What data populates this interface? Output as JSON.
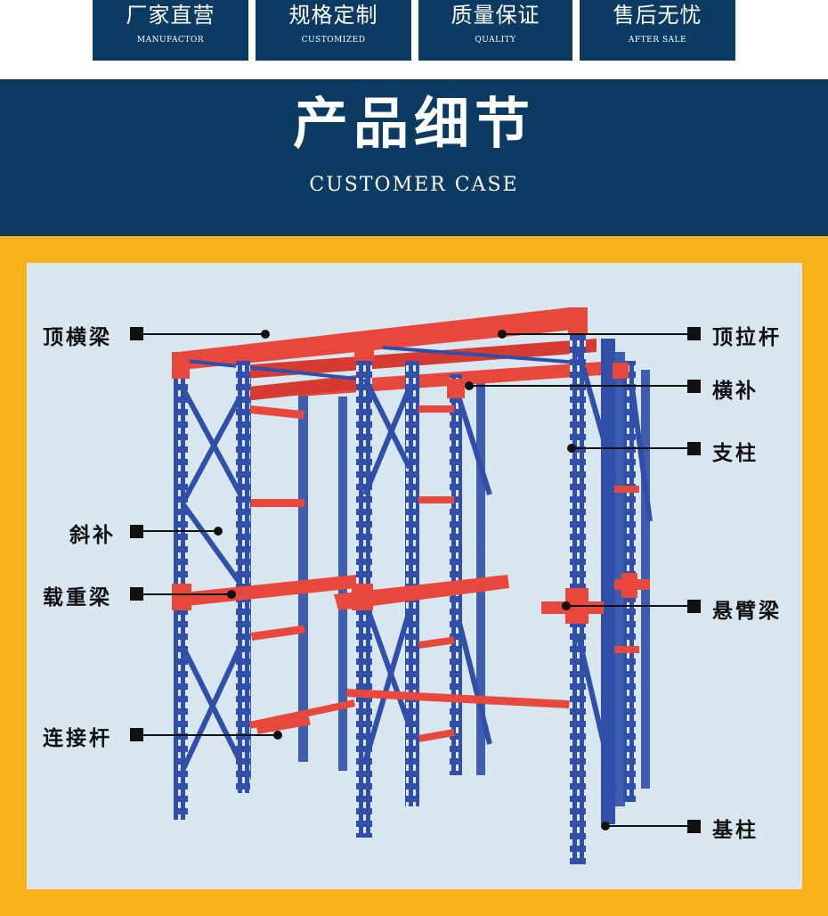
{
  "badges": [
    {
      "cn": "厂家直营",
      "en": "MANUFACTOR"
    },
    {
      "cn": "规格定制",
      "en": "CUSTOMIZED"
    },
    {
      "cn": "质量保证",
      "en": "QUALITY"
    },
    {
      "cn": "售后无忧",
      "en": "AFTER SALE"
    }
  ],
  "banner": {
    "title": "产品细节",
    "subtitle": "CUSTOMER CASE"
  },
  "labels": {
    "top_beam": "顶横梁",
    "top_tie_rod": "顶拉杆",
    "cross_brace": "横补",
    "column": "支柱",
    "diagonal_brace": "斜补",
    "load_beam": "载重梁",
    "cantilever_beam": "悬臂梁",
    "connecting_rod": "连接杆",
    "base_column": "基柱"
  },
  "colors": {
    "navy": "#0b3a63",
    "gold": "#f7b21a",
    "rack_blue": "#2f4fa8",
    "rack_red": "#e8473b",
    "panel_bg": "#d8e6f0"
  }
}
